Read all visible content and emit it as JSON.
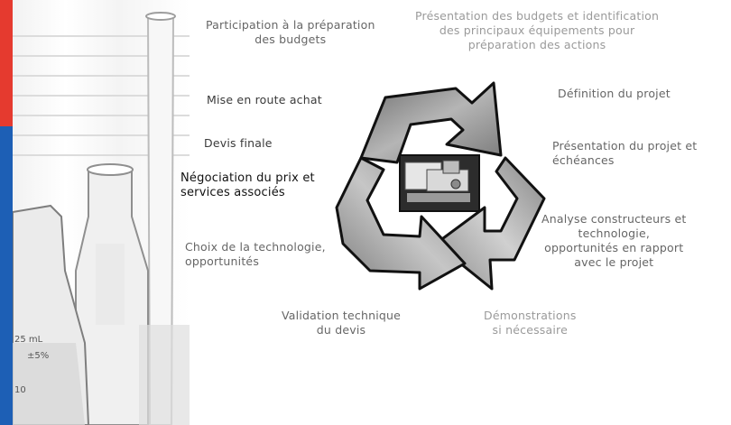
{
  "beaker_marks": {
    "volume": "25 mL",
    "tolerance": "±5%",
    "scale": "10"
  },
  "labels": {
    "participation": [
      "Participation à la préparation",
      "des budgets"
    ],
    "presentation_budgets": [
      "Présentation des budgets et identification",
      "des principaux équipements pour",
      "préparation des actions"
    ],
    "definition": [
      "Définition du projet"
    ],
    "mise_en_route": [
      "Mise en route achat"
    ],
    "devis_finale": [
      "Devis finale"
    ],
    "negociation": [
      "Négociation du prix et",
      "services associés"
    ],
    "presentation_projet": [
      "Présentation du projet et",
      "échéances"
    ],
    "analyse": [
      "Analyse constructeurs et",
      "technologie,",
      "opportunités en rapport",
      "avec le projet"
    ],
    "choix": [
      "Choix de la technologie,",
      "opportunités"
    ],
    "validation": [
      "Validation technique",
      "du devis"
    ],
    "demonstrations": [
      "Démonstrations",
      "si nécessaire"
    ]
  },
  "colors": {
    "stripe_top": "#e53a2f",
    "stripe_bottom": "#1d5fb5",
    "arrow_dark": "#7d7d7d",
    "arrow_light": "#c9c9c9"
  },
  "icons": {
    "center_image": "laboratory-instrument",
    "cycle": "recycle-arrows"
  }
}
